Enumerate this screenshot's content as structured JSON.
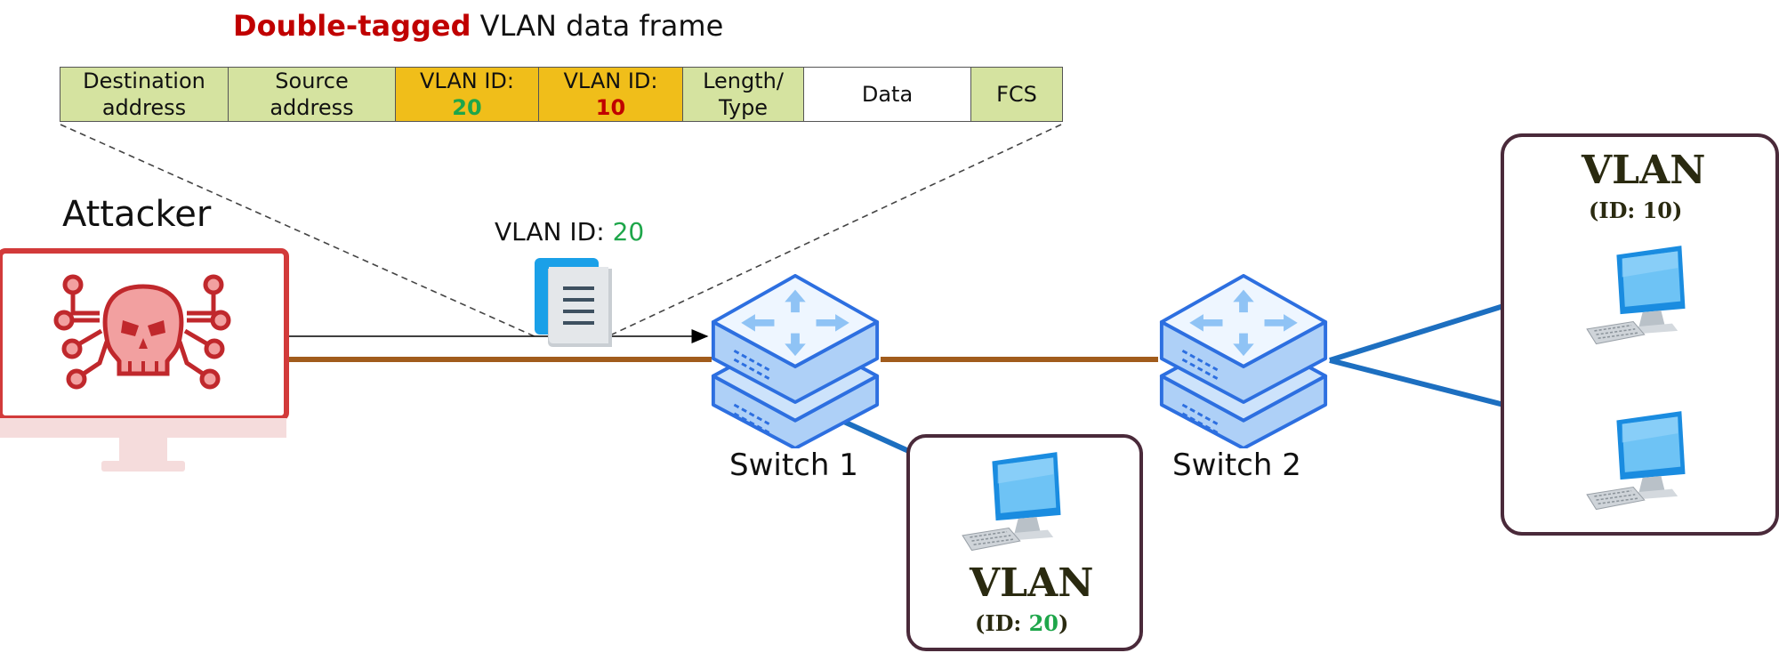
{
  "title": {
    "highlight": "Double-tagged",
    "rest": "VLAN data frame",
    "highlight_color": "#c00000"
  },
  "frame_fields": [
    {
      "line1": "Destination",
      "line2": "address"
    },
    {
      "line1": "Source",
      "line2": "address"
    },
    {
      "line1": "VLAN ID:",
      "line2": "20"
    },
    {
      "line1": "VLAN ID:",
      "line2": "10"
    },
    {
      "line1": "Length/",
      "line2": "Type"
    },
    {
      "line1": "Data"
    },
    {
      "line1": "FCS"
    }
  ],
  "attacker": {
    "label": "Attacker",
    "icon": "skull-circuit-icon"
  },
  "packet": {
    "label": "VLAN ID: ",
    "id": "20",
    "icon": "document-icon"
  },
  "switches": [
    {
      "label": "Switch 1",
      "icon": "network-switch-icon"
    },
    {
      "label": "Switch 2",
      "icon": "network-switch-icon"
    }
  ],
  "vlans": [
    {
      "name": "VLAN",
      "id_prefix": "(ID: ",
      "id": "20",
      "id_suffix": ")"
    },
    {
      "name": "VLAN",
      "id_prefix": "(ID: ",
      "id": "10",
      "id_suffix": ")"
    }
  ],
  "colors": {
    "trunk_link": "#a15c1c",
    "access_link": "#1d6fc0",
    "attacker_red": "#d23a3a",
    "vlan_20": "#1ea64a",
    "vlan_10": "#c00000",
    "field_green": "#d5e3a0",
    "field_gold": "#f0be1a"
  }
}
